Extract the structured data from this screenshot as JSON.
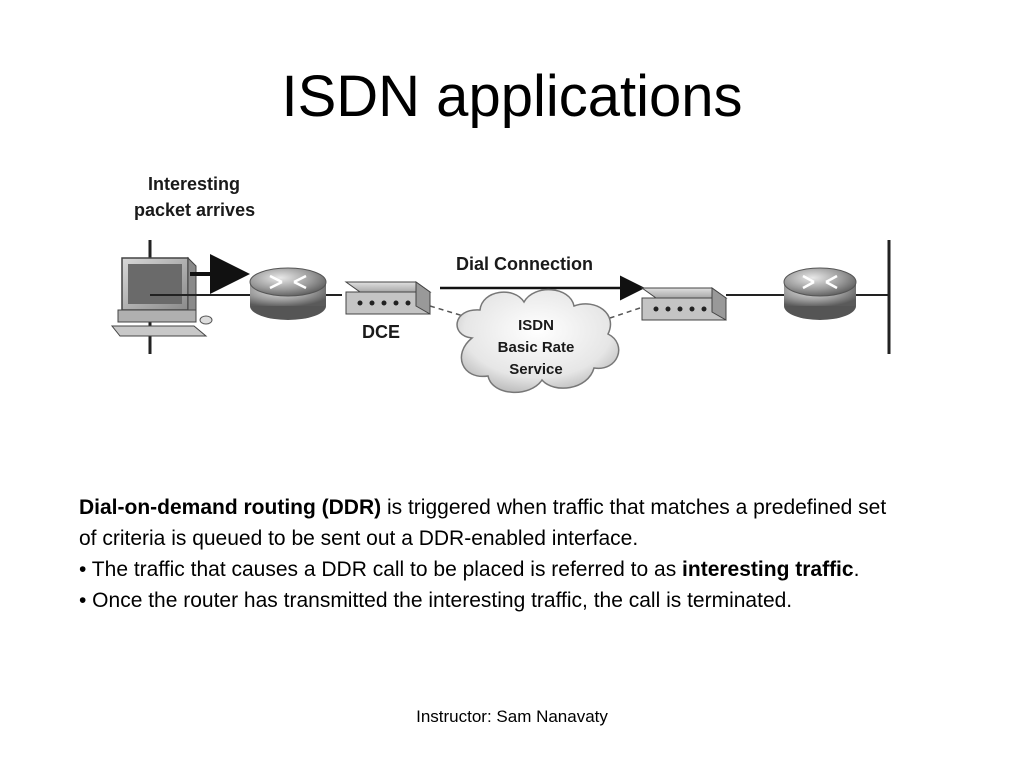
{
  "slide": {
    "title": "ISDN applications",
    "footer": "Instructor: Sam Nanavaty"
  },
  "diagram": {
    "label_interesting_line1": "Interesting",
    "label_interesting_line2": "packet arrives",
    "label_dial_connection": "Dial Connection",
    "label_dce": "DCE",
    "cloud_line1": "ISDN",
    "cloud_line2": "Basic Rate",
    "cloud_line3": "Service",
    "icons": [
      "workstation-icon",
      "router-icon",
      "modem-icon",
      "cloud-icon"
    ]
  },
  "content": {
    "p1_bold": "Dial-on-demand routing (DDR)",
    "p1_rest": " is triggered when traffic that matches a predefined set of criteria is queued to be sent out a DDR-enabled interface.",
    "p2_text": "• The traffic that causes a DDR call to be placed is referred to as ",
    "p2_bold": "interesting traffic",
    "p2_end": ".",
    "p3_text": "• Once the router has transmitted the interesting traffic, the call is terminated."
  }
}
